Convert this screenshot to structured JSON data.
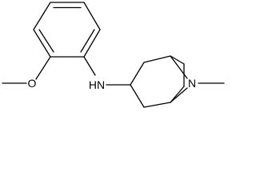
{
  "molecule": {
    "atom_labels": {
      "oxygen": "O",
      "amine": "HN",
      "bridge_nitrogen": "N"
    }
  }
}
